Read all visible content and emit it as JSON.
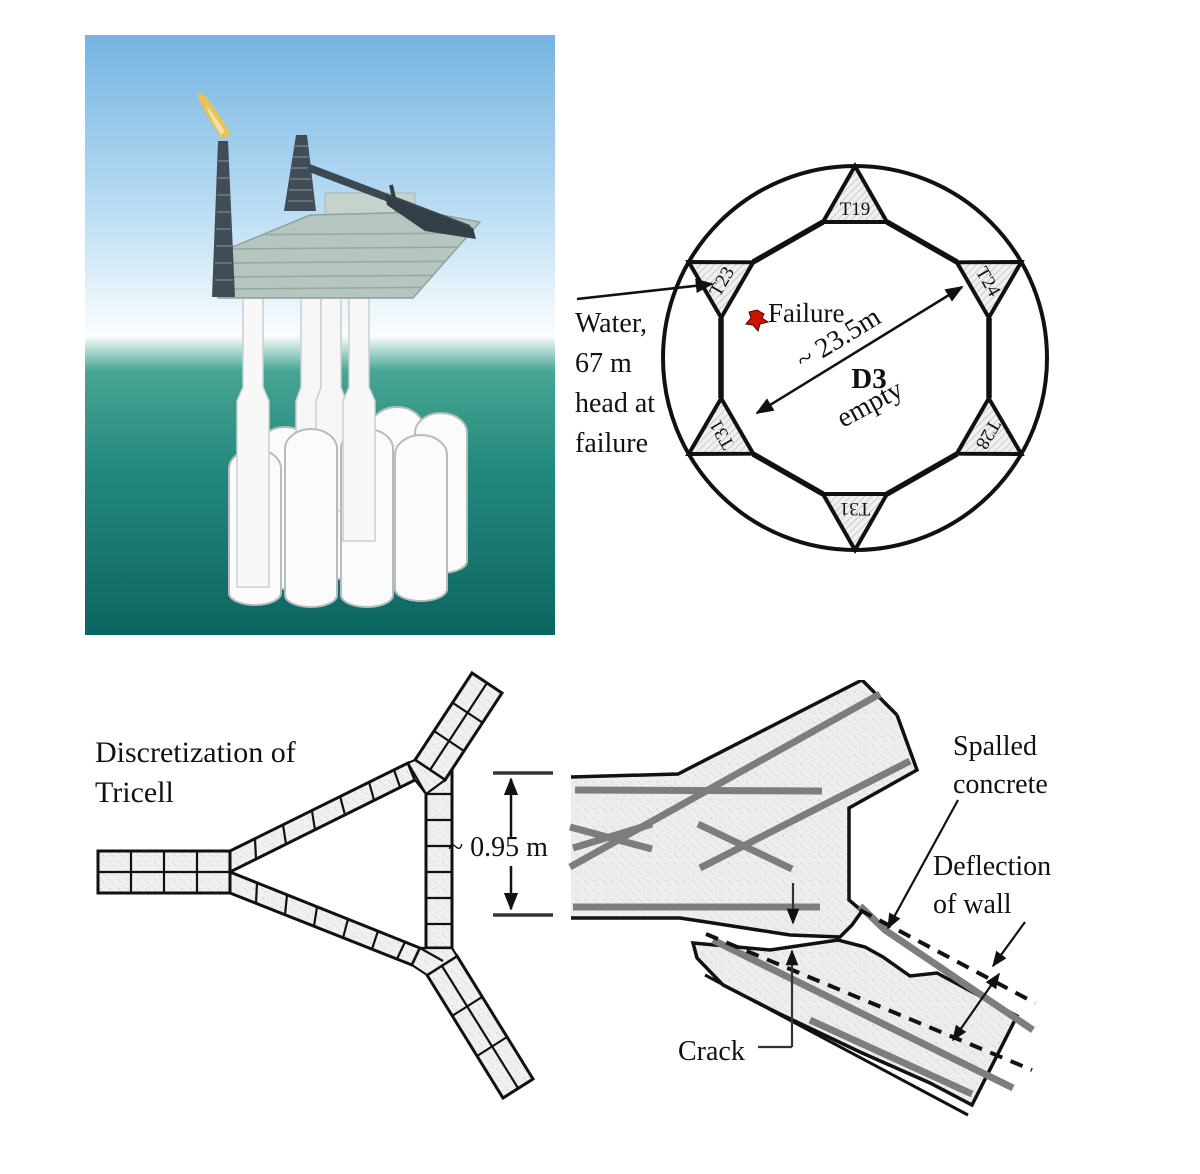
{
  "figure": {
    "background": "#ffffff"
  },
  "platform_illustration": {
    "colors": {
      "sky_top": "#74b4e2",
      "sea_shallow": "#47a593",
      "sea_deep": "#0c6561",
      "deck": "#b5c5bf",
      "structure_dark": "#414d56",
      "flame": "#e6c25f",
      "concrete_white": "#f8f8f8"
    }
  },
  "cell_diagram": {
    "cells": {
      "top": "T19",
      "upper_left": "T23",
      "upper_right": "T24",
      "lower_left": "T31",
      "lower_right": "T28",
      "bottom": "T31"
    },
    "failure_label": "Failure",
    "span_dimension": "~ 23.5m",
    "center_cell_name": "D3",
    "center_cell_state": "empty",
    "water_note_line1": "Water,",
    "water_note_line2": "67 m",
    "water_note_line3": "head at",
    "water_note_line4": "failure",
    "failure_marker_color": "#cc1100"
  },
  "tricell_mesh": {
    "title_line1": "Discretization of",
    "title_line2": "Tricell",
    "wall_thickness_dimension": "~ 0.95 m"
  },
  "joint_detail": {
    "spalled_label_line1": "Spalled",
    "spalled_label_line2": "concrete",
    "deflection_label_line1": "Deflection",
    "deflection_label_line2": "of wall",
    "crack_label": "Crack",
    "rebar_color": "#7d7d7d"
  }
}
